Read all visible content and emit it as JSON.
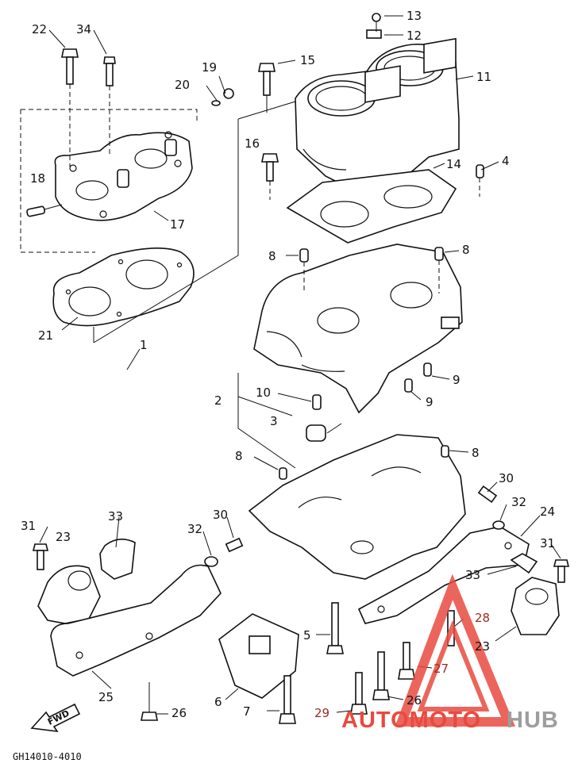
{
  "diagram": {
    "callouts": [
      {
        "id": "c22",
        "text": "22"
      },
      {
        "id": "c34",
        "text": "34"
      },
      {
        "id": "c13",
        "text": "13"
      },
      {
        "id": "c12",
        "text": "12"
      },
      {
        "id": "c15",
        "text": "15"
      },
      {
        "id": "c11",
        "text": "11"
      },
      {
        "id": "c19",
        "text": "19"
      },
      {
        "id": "c20",
        "text": "20"
      },
      {
        "id": "c16",
        "text": "16"
      },
      {
        "id": "c14",
        "text": "14"
      },
      {
        "id": "c4",
        "text": "4"
      },
      {
        "id": "c18",
        "text": "18"
      },
      {
        "id": "c17",
        "text": "17"
      },
      {
        "id": "c8a",
        "text": "8"
      },
      {
        "id": "c8b",
        "text": "8"
      },
      {
        "id": "c21",
        "text": "21"
      },
      {
        "id": "c1",
        "text": "1"
      },
      {
        "id": "c9a",
        "text": "9"
      },
      {
        "id": "c2",
        "text": "2"
      },
      {
        "id": "c10",
        "text": "10"
      },
      {
        "id": "c9b",
        "text": "9"
      },
      {
        "id": "c3",
        "text": "3"
      },
      {
        "id": "c8c",
        "text": "8"
      },
      {
        "id": "c8d",
        "text": "8"
      },
      {
        "id": "c30a",
        "text": "30"
      },
      {
        "id": "c31a",
        "text": "31"
      },
      {
        "id": "c33a",
        "text": "33"
      },
      {
        "id": "c32a",
        "text": "32"
      },
      {
        "id": "c30b",
        "text": "30"
      },
      {
        "id": "c32b",
        "text": "32"
      },
      {
        "id": "c24",
        "text": "24"
      },
      {
        "id": "c23a",
        "text": "23"
      },
      {
        "id": "c31b",
        "text": "31"
      },
      {
        "id": "c33b",
        "text": "33"
      },
      {
        "id": "c28",
        "text": "28"
      },
      {
        "id": "c5",
        "text": "5"
      },
      {
        "id": "c27",
        "text": "27"
      },
      {
        "id": "c23b",
        "text": "23"
      },
      {
        "id": "c25",
        "text": "25"
      },
      {
        "id": "c6",
        "text": "6"
      },
      {
        "id": "c26a",
        "text": "26"
      },
      {
        "id": "c26b",
        "text": "26"
      },
      {
        "id": "c7",
        "text": "7"
      },
      {
        "id": "c29",
        "text": "29"
      }
    ],
    "direction_arrow": "FWD",
    "diagram_code": "GH14010-4010"
  },
  "watermark": {
    "brand_part1": "AUTOMOTO",
    "brand_part2": "HUB",
    "logo_color": "#e94a3f",
    "text_gray": "#9e9e9e"
  }
}
